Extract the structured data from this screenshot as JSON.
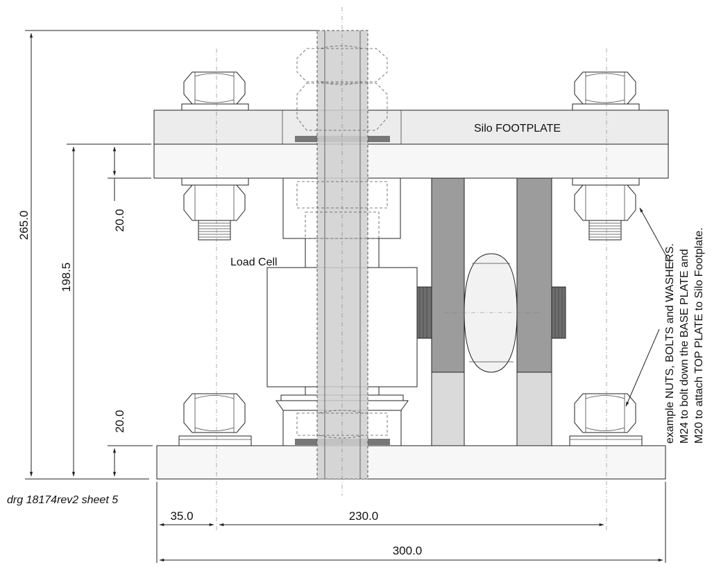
{
  "labels": {
    "footplate": "Silo FOOTPLATE",
    "load_cell": "Load Cell",
    "drawing_ref": "drg 18174rev2 sheet 5",
    "note_lines": [
      "example NUTS, BOLTS and WASHERS.",
      "M24 to bolt down the BASE PLATE and",
      "M20 to attach TOP PLATE to Silo Footplate."
    ]
  },
  "dimensions": {
    "overall_height": "265.0",
    "assembly_height": "198.5",
    "top_plate_thickness": "20.0",
    "base_plate_thickness": "20.0",
    "edge_to_bolt": "35.0",
    "bolt_spacing": "230.0",
    "plate_width": "300.0"
  },
  "colors": {
    "footplate_fill": "#ececec",
    "plate_fill": "#f7f7f7",
    "rod_fill": "#cfcfcf",
    "link_dark": "#9c9c9c",
    "link_light": "#dadada",
    "bearing_dark": "#6e6e6e"
  }
}
